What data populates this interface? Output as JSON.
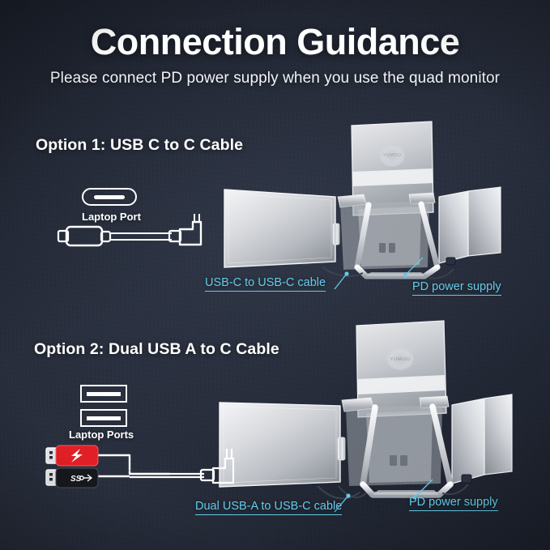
{
  "page": {
    "title": "Connection Guidance",
    "subtitle": "Please connect PD power supply when you use the quad monitor",
    "background_color": "#212633",
    "accent_color": "#63cbe8",
    "text_color": "#ffffff"
  },
  "options": [
    {
      "heading": "Option 1: USB C to C Cable",
      "port_label": "Laptop Port",
      "port_type": "usb-c",
      "port_count": 1,
      "captions": [
        {
          "text": "USB-C to USB-C cable"
        },
        {
          "text": "PD power supply"
        }
      ]
    },
    {
      "heading": "Option 2: Dual USB A to C Cable",
      "port_label": "Laptop Ports",
      "port_type": "usb-a",
      "port_count": 2,
      "connectors": [
        {
          "style": "red",
          "marking": "power-bolt"
        },
        {
          "style": "black",
          "marking": "SS"
        }
      ],
      "captions": [
        {
          "text": "Dual USB-A to USB-C cable"
        },
        {
          "text": "PD power supply"
        }
      ]
    }
  ],
  "device": {
    "name": "quad-monitor-extender",
    "brand_logo": "YUMOO",
    "panels": 3
  }
}
